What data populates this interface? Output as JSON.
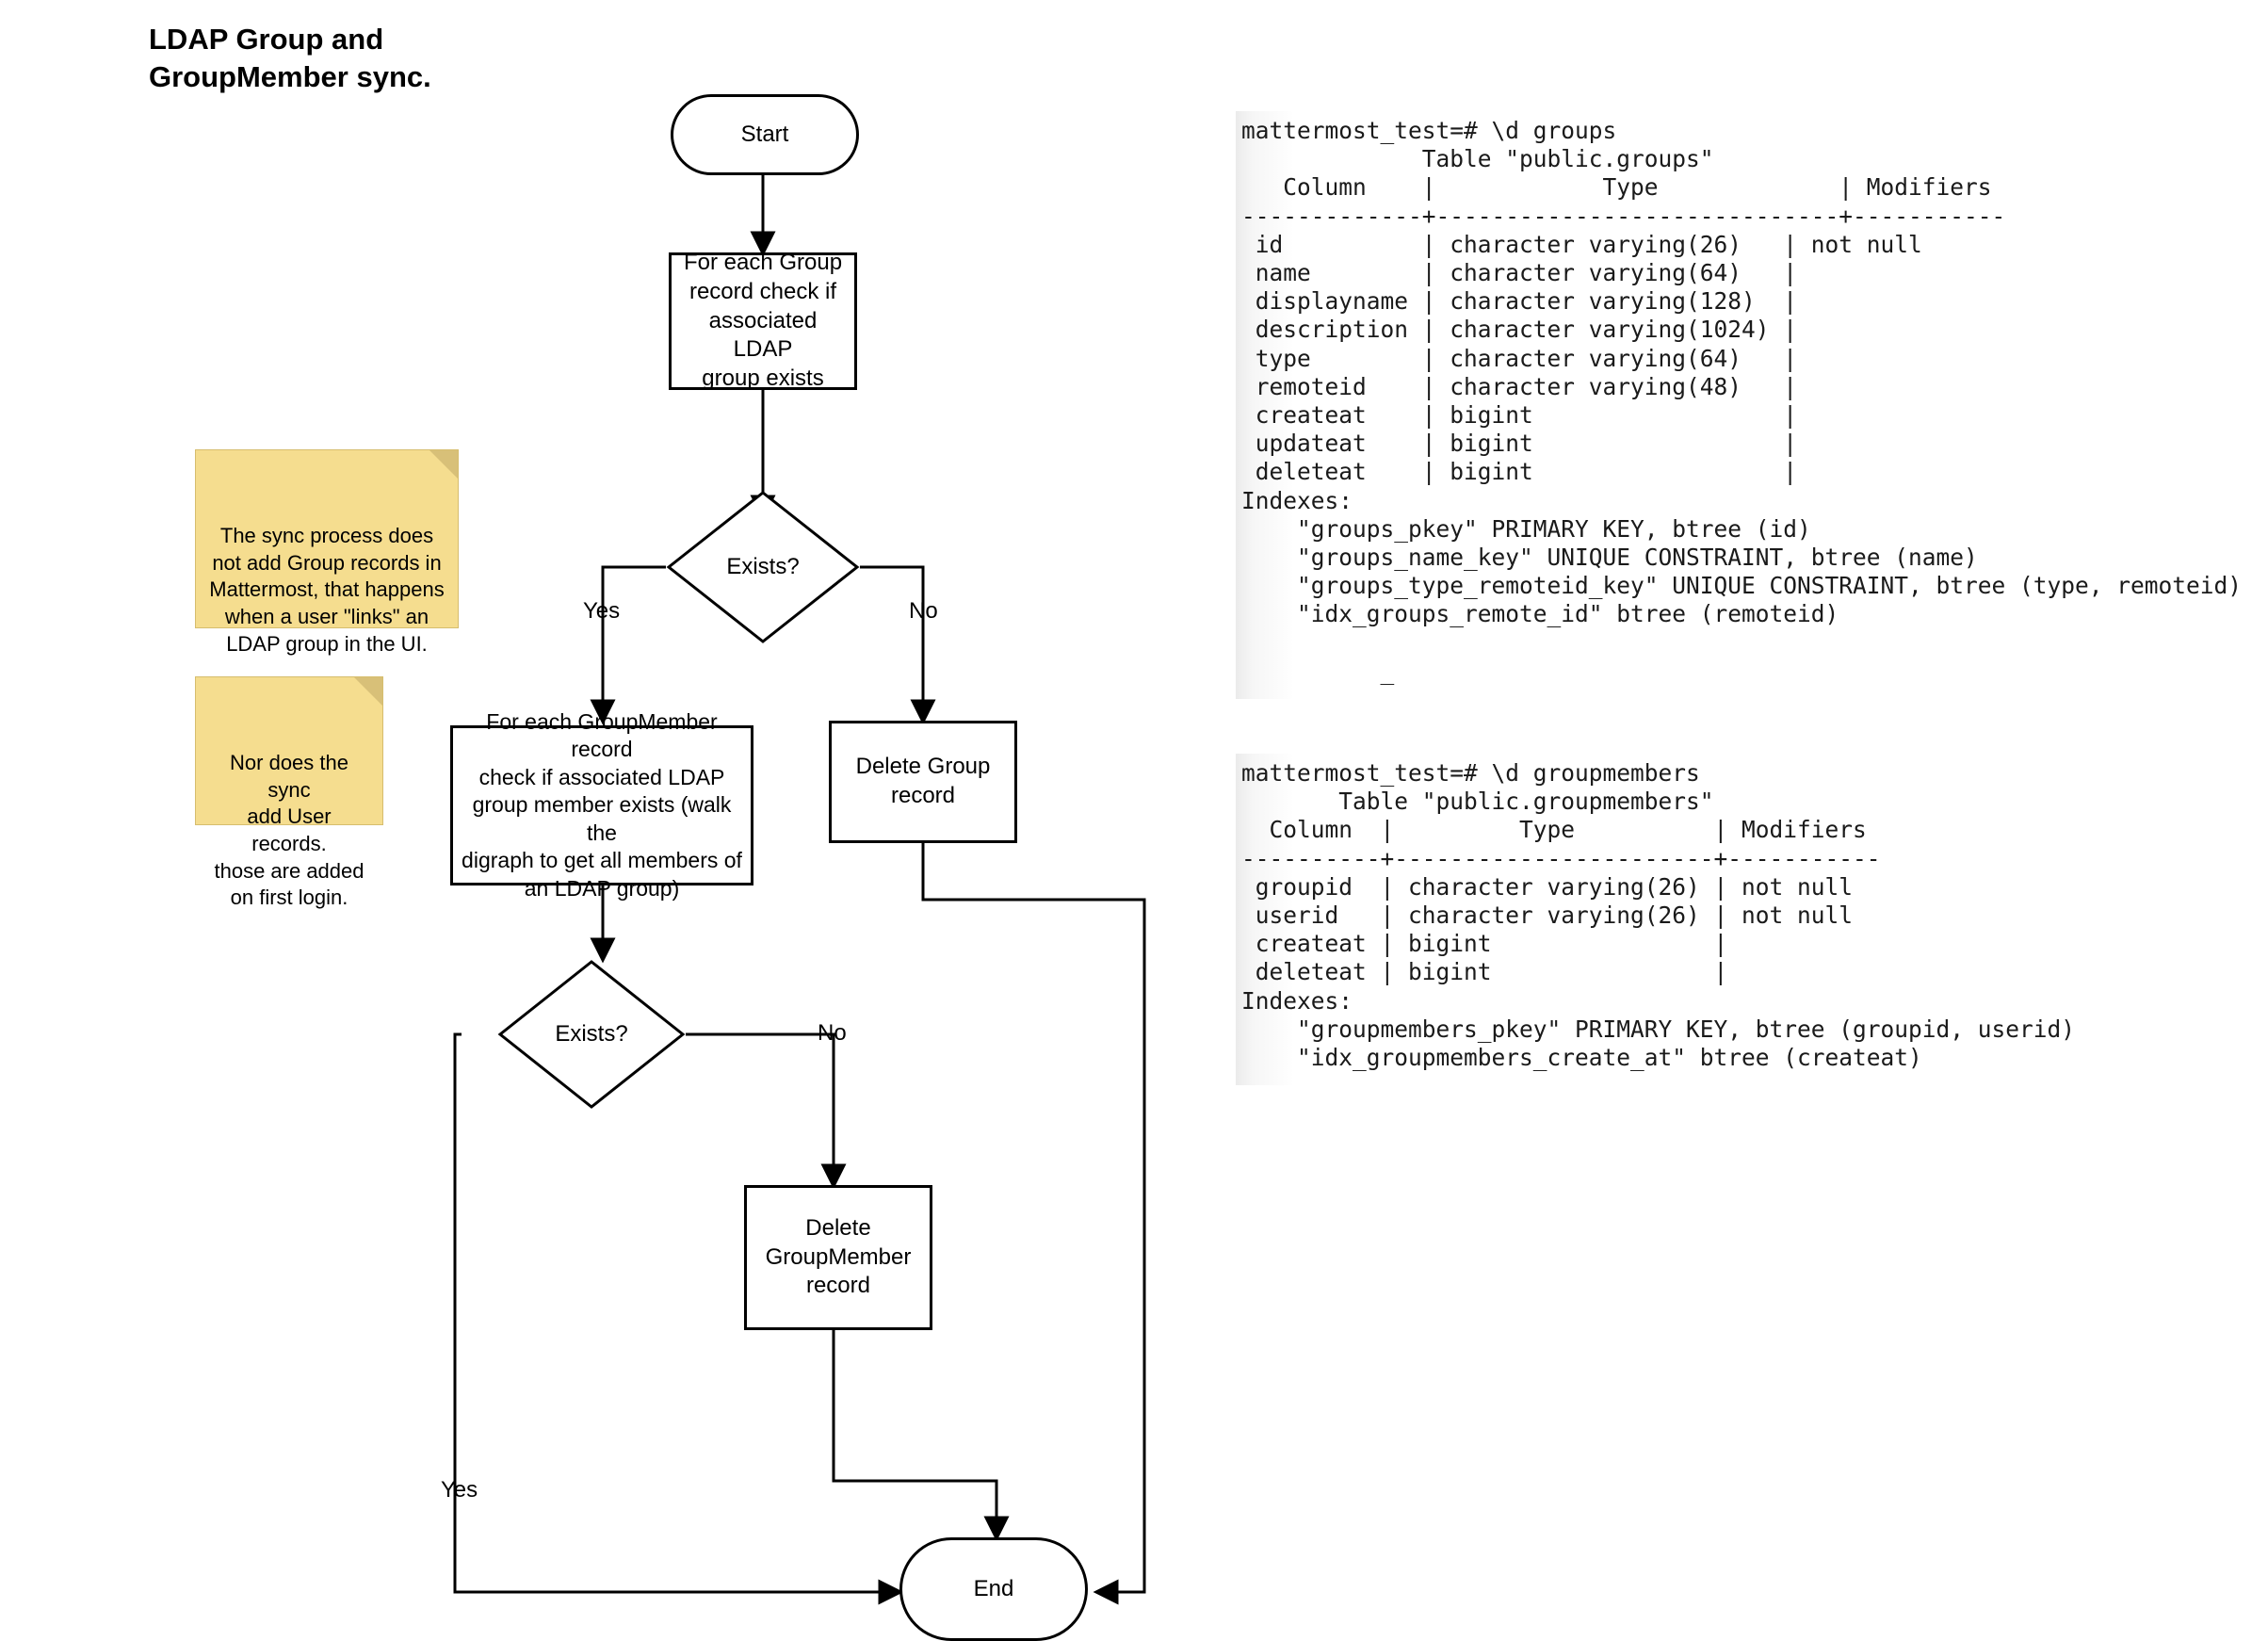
{
  "title": "LDAP Group and\nGroupMember sync.",
  "flowchart": {
    "nodes": {
      "start": "Start",
      "check_group": "For each Group\nrecord check if\nassociated LDAP\ngroup exists",
      "exists_group": "Exists?",
      "check_groupmember": "For each GroupMember record\ncheck if associated LDAP\ngroup member exists (walk the\ndigraph to get all members of\nan LDAP group)",
      "delete_group": "Delete Group\nrecord",
      "exists_member": "Exists?",
      "delete_groupmember": "Delete\nGroupMember\nrecord",
      "end": "End"
    },
    "edge_labels": {
      "group_yes": "Yes",
      "group_no": "No",
      "member_no": "No",
      "member_yes": "Yes"
    }
  },
  "notes": [
    {
      "text": "The sync process does\nnot add Group records in\nMattermost, that happens\nwhen a user \"links\" an\nLDAP group in the UI."
    },
    {
      "text": "Nor does the sync\nadd User records.\nthose are added\non first login."
    }
  ],
  "terminals": [
    {
      "name": "groups-table-output",
      "text": "mattermost_test=# \\d groups\n             Table \"public.groups\"\n   Column    |            Type             | Modifiers\n-------------+-----------------------------+-----------\n id          | character varying(26)   | not null\n name        | character varying(64)   |\n displayname | character varying(128)  |\n description | character varying(1024) |\n type        | character varying(64)   |\n remoteid    | character varying(48)   |\n createat    | bigint                  |\n updateat    | bigint                  |\n deleteat    | bigint                  |\nIndexes:\n    \"groups_pkey\" PRIMARY KEY, btree (id)\n    \"groups_name_key\" UNIQUE CONSTRAINT, btree (name)\n    \"groups_type_remoteid_key\" UNIQUE CONSTRAINT, btree (type, remoteid)\n    \"idx_groups_remote_id\" btree (remoteid)\n\n          _"
    },
    {
      "name": "groupmembers-table-output",
      "text": "mattermost_test=# \\d groupmembers\n       Table \"public.groupmembers\"\n  Column  |         Type          | Modifiers\n----------+-----------------------+-----------\n groupid  | character varying(26) | not null\n userid   | character varying(26) | not null\n createat | bigint                |\n deleteat | bigint                |\nIndexes:\n    \"groupmembers_pkey\" PRIMARY KEY, btree (groupid, userid)\n    \"idx_groupmembers_create_at\" btree (createat)"
    }
  ],
  "colors": {
    "note_bg": "#f5dd8f",
    "note_fold": "#d8c078",
    "stroke": "#000000",
    "terminal_text": "#1a1a1a"
  }
}
